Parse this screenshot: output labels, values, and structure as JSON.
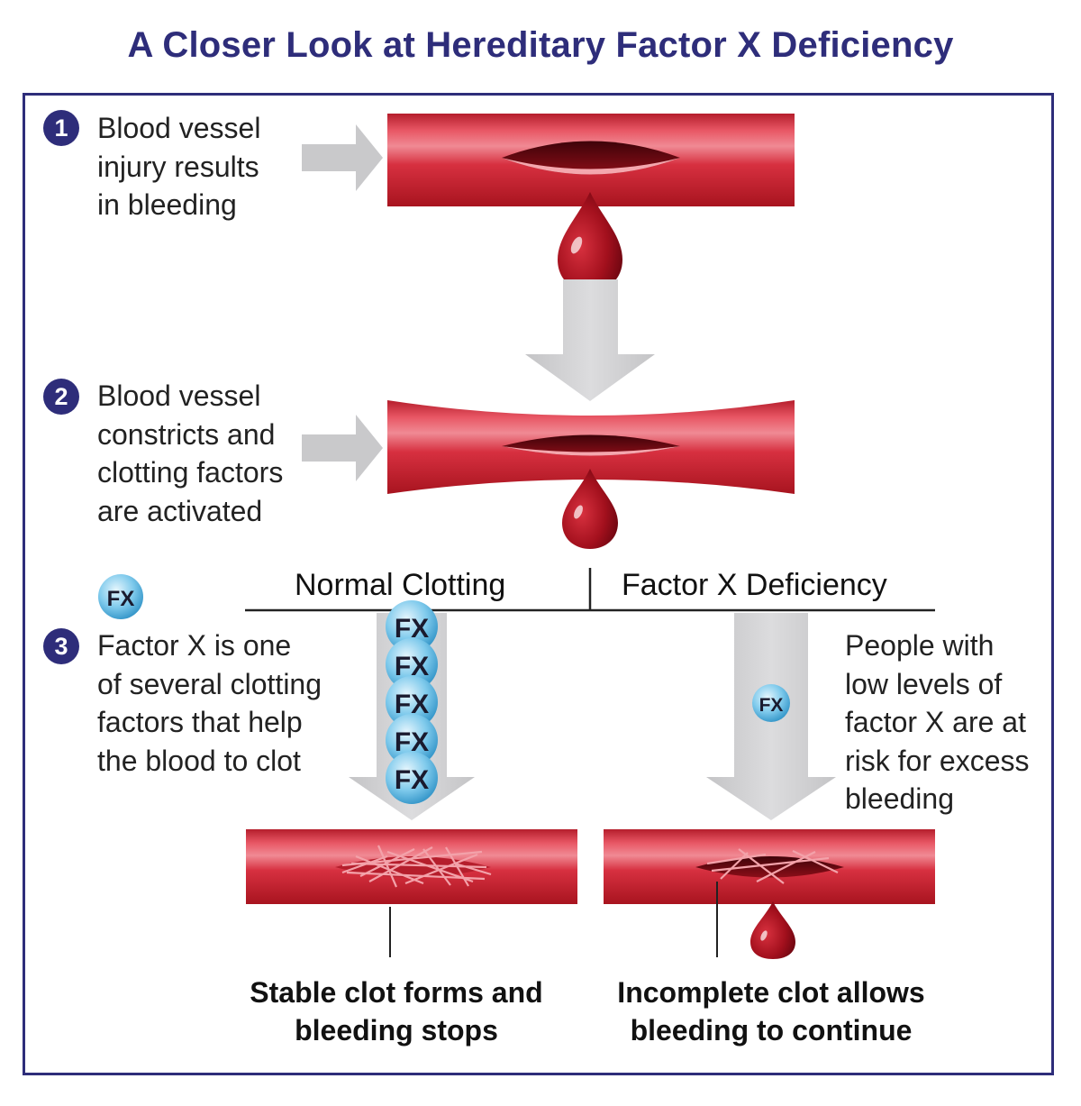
{
  "title": "A Closer Look at Hereditary Factor X Deficiency",
  "steps": [
    {
      "number": "1",
      "text": "Blood vessel\ninjury results\nin bleeding"
    },
    {
      "number": "2",
      "text": "Blood vessel\nconstricts and\nclotting factors\nare activated"
    },
    {
      "number": "3",
      "text": "Factor X is one\nof several clotting\nfactors that help\nthe blood to clot"
    }
  ],
  "fx_label": "FX",
  "columns": {
    "normal": "Normal Clotting",
    "deficiency": "Factor X Deficiency"
  },
  "deficiency_note": "People with\nlow levels of\nfactor X are at\nrisk for excess\nbleeding",
  "captions": {
    "normal": "Stable clot forms and\nbleeding stops",
    "deficiency": "Incomplete clot allows\nbleeding to continue"
  },
  "colors": {
    "title": "#2e2d7a",
    "vessel": "#d6303f",
    "blood": "#a3101d",
    "arrow": "#cfcfd1",
    "fx": "#6ec1e8"
  }
}
